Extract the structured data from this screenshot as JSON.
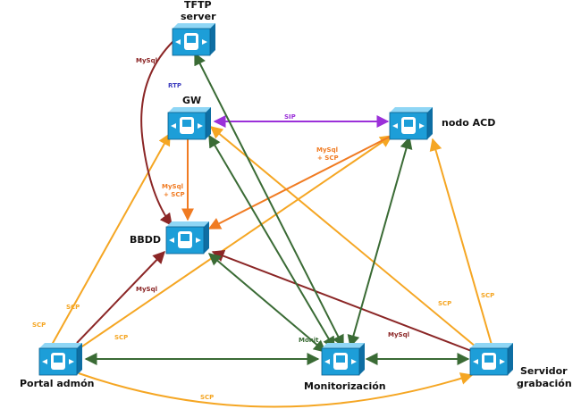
{
  "colors": {
    "green": "#3a6b35",
    "orange": "#f5a623",
    "darkorange": "#f07b22",
    "darkred": "#8b2626",
    "purple": "#9b30d9",
    "blue": "#3f3fbf",
    "device_face": "#1d9ed8",
    "device_top": "#8fd6f5",
    "device_side": "#0e6ea3"
  },
  "nodes": {
    "tftp": {
      "label_line1": "TFTP",
      "label_line2": "server"
    },
    "gw": {
      "label": "GW"
    },
    "acd": {
      "label": "nodo ACD"
    },
    "bbdd": {
      "label": "BBDD"
    },
    "portal": {
      "label": "Portal admón"
    },
    "monit": {
      "label": "Monitorización"
    },
    "servidor": {
      "label_line1": "Servidor",
      "label_line2": "grabación"
    }
  },
  "edges": [
    {
      "id": "monit-tftp",
      "color": "green",
      "label": ""
    },
    {
      "id": "monit-gw",
      "color": "green",
      "label": ""
    },
    {
      "id": "monit-bbdd",
      "color": "green",
      "label": ""
    },
    {
      "id": "monit-acd",
      "color": "green",
      "label": "Monit"
    },
    {
      "id": "portal-monit",
      "color": "green",
      "label": ""
    },
    {
      "id": "monit-servidor",
      "color": "green",
      "label": ""
    },
    {
      "id": "gw-acd",
      "color": "purple",
      "label": "SIP"
    },
    {
      "id": "tftp-bbdd",
      "color": "darkred",
      "label": "MySql"
    },
    {
      "id": "portal-bbdd",
      "color": "darkred",
      "label": "MySql"
    },
    {
      "id": "servidor-bbdd",
      "color": "darkred",
      "label": "MySql"
    },
    {
      "id": "gw-bbdd",
      "color": "darkorange",
      "label": "MySql\n+ SCP"
    },
    {
      "id": "acd-bbdd",
      "color": "darkorange",
      "label": "MySql\n+ SCP"
    },
    {
      "id": "portal-gw",
      "color": "orange",
      "label": "SCP"
    },
    {
      "id": "portal-acd",
      "color": "orange",
      "label": "SCP"
    },
    {
      "id": "portal-servidor",
      "color": "orange",
      "label": "SCP"
    },
    {
      "id": "servidor-acd",
      "color": "orange",
      "label": "SCP"
    },
    {
      "id": "servidor-gw",
      "color": "orange",
      "label": "SCP"
    }
  ],
  "labels": {
    "rtp": "RTP",
    "mysql_tftp": "MySql",
    "mysql_gw_1": "MySql",
    "mysql_gw_2": "+ SCP",
    "mysql_acd_1": "MySql",
    "mysql_acd_2": "+ SCP",
    "sip": "SIP",
    "mysql_portal": "MySql",
    "mysql_servidor": "MySql",
    "monit": "Monit",
    "scp_portal_left": "SCP",
    "scp_portal_up": "SCP",
    "scp_portal_acd": "SCP",
    "scp_portal_servidor": "SCP",
    "scp_servidor_gw": "SCP",
    "scp_servidor_acd": "SCP"
  }
}
